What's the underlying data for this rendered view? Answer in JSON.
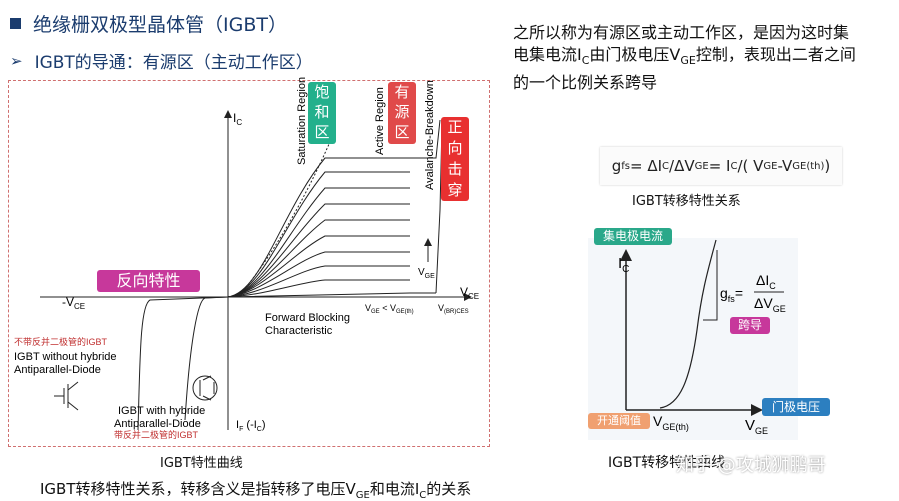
{
  "header": {
    "title": "绝缘栅双极型晶体管（IGBT）",
    "subtitle": "IGBT的导通：有源区（主动工作区）"
  },
  "explanation": {
    "line1": "之所以称为有源区或主动工作区，是因为这时集",
    "line2_a": "电集电流I",
    "line2_b": "C",
    "line2_c": "由门极电压V",
    "line2_d": "GE",
    "line2_e": "控制，表现出二者之间",
    "line3": "的一个比例关系跨导"
  },
  "output_figure": {
    "axis_ic": "I",
    "axis_ic_sub": "C",
    "axis_vce": "V",
    "axis_vce_sub": "CE",
    "neg_vce": "-V",
    "neg_vce_sub": "CE",
    "saturation_region": "Saturation Region",
    "active_region": "Active Region",
    "avalanche": "Avalanche-Breakdown",
    "tag_saturation": "饱和区",
    "tag_active": "有源区",
    "tag_breakdown": "正向击穿",
    "tag_reverse": "反向特性",
    "vge_label": "V",
    "vge_label_sub": "GE",
    "vge_condition": "V",
    "vge_condition_sub1": "GE",
    "vge_condition_mid": " < V",
    "vge_condition_sub2": "GE(th)",
    "vbr": "V",
    "vbr_sub": "(BR)CES",
    "forward_blocking_1": "Forward Blocking",
    "forward_blocking_2": "Characteristic",
    "no_diode_cn": "不带反并二极管的IGBT",
    "no_diode_en1": "IGBT without hybride",
    "no_diode_en2": "Antiparallel-Diode",
    "with_diode_en1": "IGBT with hybride",
    "with_diode_en2": "Antiparallel-Diode",
    "with_diode_cn": "带反并二极管的IGBT",
    "if_label": "I",
    "if_label_sub": "F",
    "if_label_rest": " (-I",
    "if_label_sub2": "C",
    "if_label_end": ")"
  },
  "captions": {
    "output_caption": "IGBT特性曲线",
    "bottom_a": "IGBT转移特性关系，转移含义是指转移了电压V",
    "bottom_b": "GE",
    "bottom_c": "和电流I",
    "bottom_d": "C",
    "bottom_e": "的关系",
    "transfer_caption": "IGBT转移特性关系",
    "transfer_caption2": "IGBT转移特性曲线",
    "watermark": "知乎 @攻城狮鹏哥"
  },
  "formula": {
    "lhs": "g",
    "lhs_sub": "fs",
    "eq": " = ΔI",
    "c": "C",
    "mid": "/ΔV",
    "ge": "GE",
    "eq2": " = I",
    "c2": "C",
    "rest": "/( V",
    "ge2": "GE",
    "minus": "-V",
    "geth": "GE(th)",
    "end": ")"
  },
  "transfer_figure": {
    "tag_collector": "集电极电流",
    "tag_gate": "门极电压",
    "tag_threshold": "开通阈值",
    "tag_gm": "跨导",
    "axis_ic": "I",
    "axis_ic_sub": "C",
    "axis_vge": "V",
    "axis_vge_sub": "GE",
    "vth": "V",
    "vth_sub": "GE(th)",
    "gfs": "g",
    "gfs_sub": "fs",
    "gfs_eq": "=",
    "num": "ΔI",
    "num_sub": "C",
    "den": "ΔV",
    "den_sub": "GE"
  },
  "colors": {
    "tag_green": "#23b08c",
    "tag_red": "#e04a4a",
    "tag_magenta": "#c7389b",
    "tag_blue": "#2c7fc0",
    "tag_orange": "#f0a070"
  }
}
